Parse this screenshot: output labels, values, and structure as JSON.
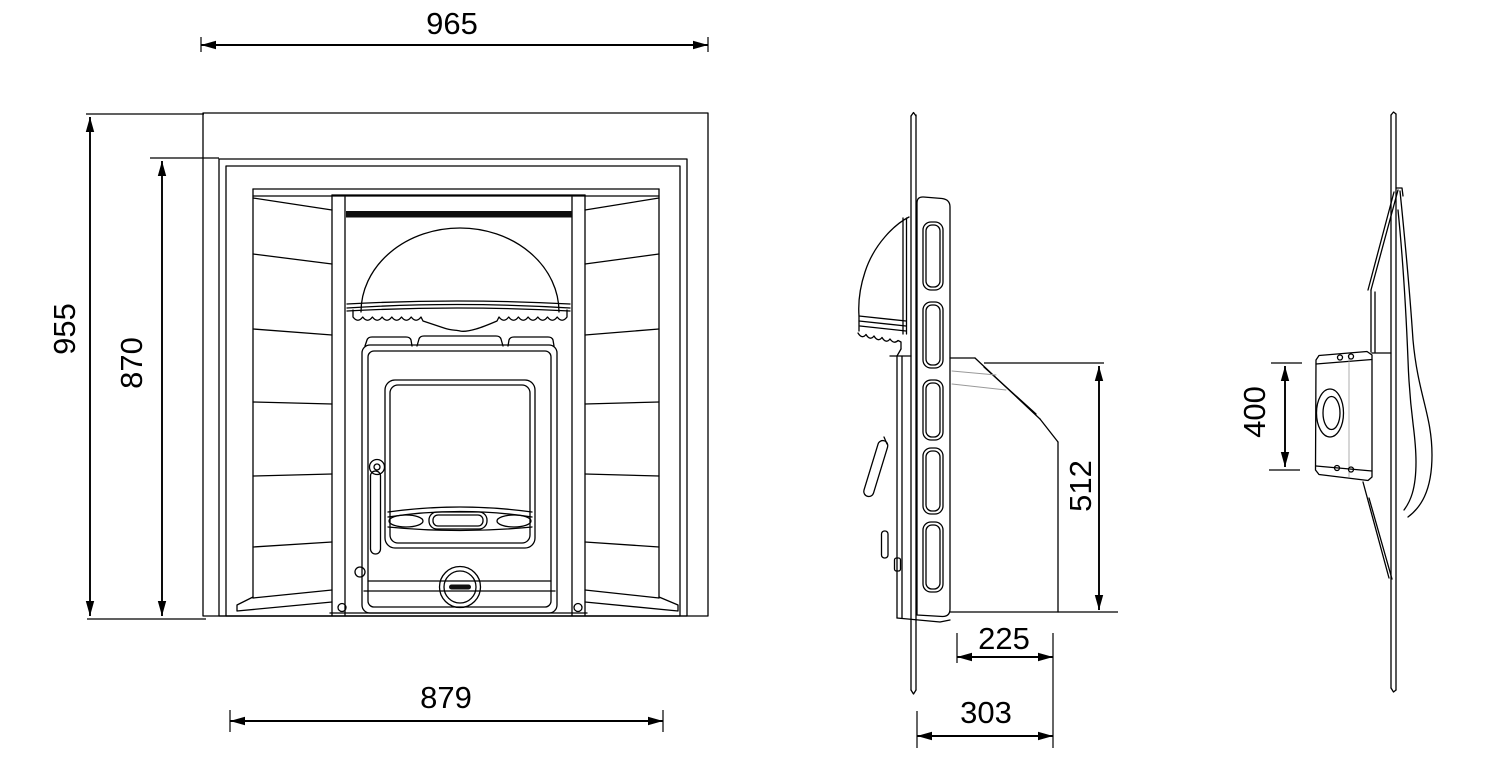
{
  "drawing": {
    "subject": "cast iron fireplace insert - dimension drawing, three orthographic views",
    "units": "mm",
    "views": [
      {
        "id": "front",
        "name": "front elevation"
      },
      {
        "id": "side",
        "name": "side profile"
      },
      {
        "id": "end",
        "name": "opposite side profile with flue outlet"
      }
    ]
  },
  "dimensions": {
    "front_width": {
      "label": "965"
    },
    "front_height": {
      "label": "955"
    },
    "front_inner_height": {
      "label": "870"
    },
    "front_lower_width": {
      "label": "879"
    },
    "firebox_height": {
      "label": "512"
    },
    "firebox_depth": {
      "label": "225"
    },
    "overall_depth": {
      "label": "303"
    },
    "flue_box_height": {
      "label": "400"
    }
  },
  "style": {
    "line_color": "#000000",
    "background": "#ffffff"
  }
}
